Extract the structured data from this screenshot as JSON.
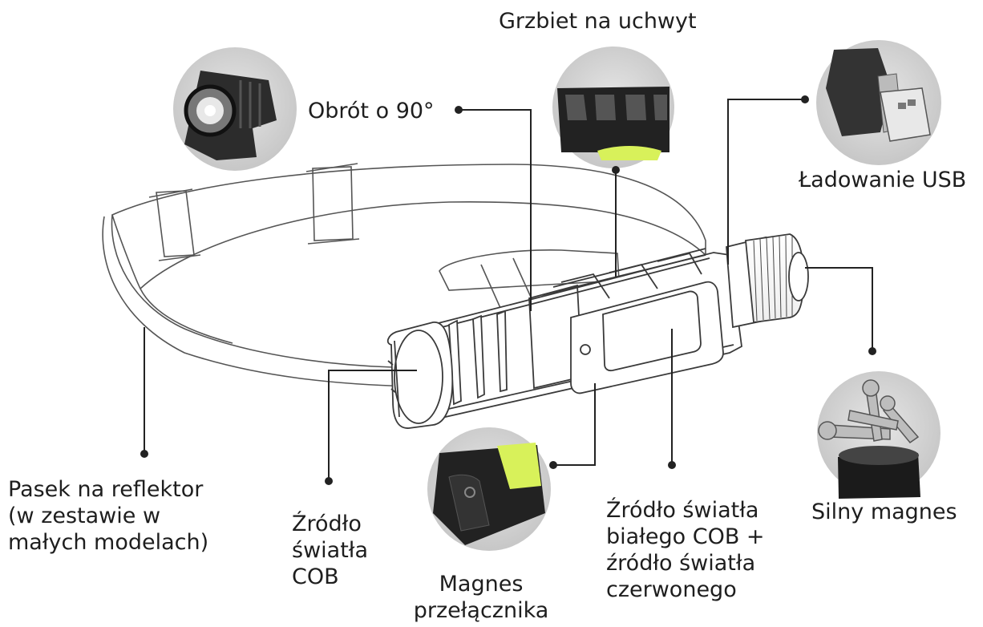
{
  "labels": {
    "rotation": "Obrót o 90°",
    "ridge": "Grzbiet na uchwyt",
    "usb": "Ładowanie USB",
    "magnet": "Silny magnes",
    "strap": [
      "Pasek na reflektor",
      "(w zestawie w",
      "małych modelach)"
    ],
    "cob": [
      "Źródło",
      "światła",
      "COB"
    ],
    "switch_magnet": [
      "Magnes",
      "przełącznika"
    ],
    "white_red": [
      "Źródło światła",
      "białego COB +",
      "źródło światła",
      "czerwonego"
    ]
  },
  "colors": {
    "line": "#222222",
    "outline": "#3a3a3a",
    "circle_bg": "#d2d2d2",
    "accent": "#d8f15a"
  }
}
